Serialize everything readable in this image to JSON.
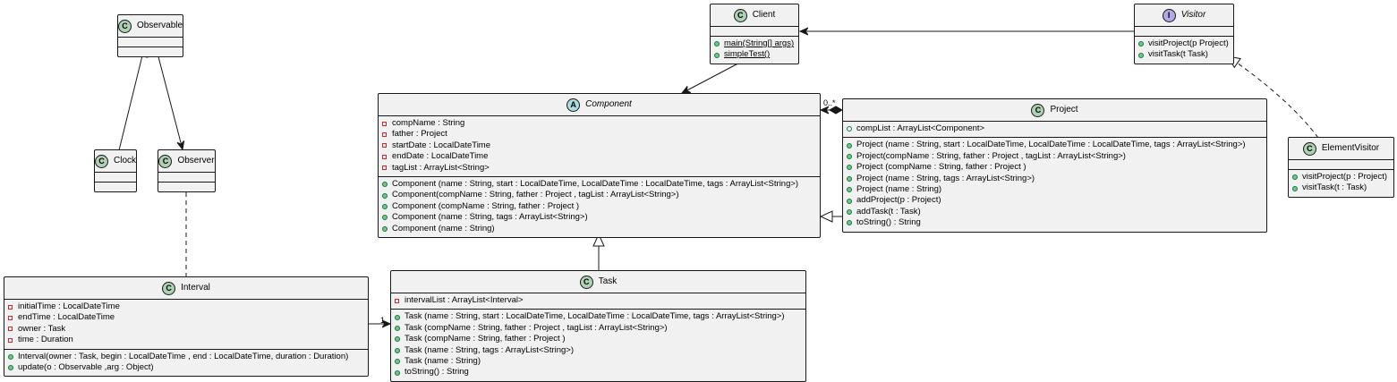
{
  "classes": {
    "observable": {
      "badge": "C",
      "name": "Observable"
    },
    "clock": {
      "badge": "C",
      "name": "Clock"
    },
    "observer": {
      "badge": "C",
      "name": "Observer"
    },
    "interval": {
      "badge": "C",
      "name": "Interval",
      "attributes": [
        "initialTime : LocalDateTime",
        "endTime : LocalDateTime",
        "owner : Task",
        "time : Duration"
      ],
      "operations": [
        "Interval(owner : Task, begin : LocalDateTime , end : LocalDateTime, duration : Duration)",
        "update(o : Observable ,arg : Object)"
      ]
    },
    "client": {
      "badge": "C",
      "name": "Client",
      "operations": [
        "main(String[] args)",
        "simpleTest()"
      ]
    },
    "component": {
      "badge": "A",
      "name": "Component",
      "attributes": [
        "compName : String",
        "father : Project",
        "startDate : LocalDateTime",
        "endDate : LocalDateTime",
        "tagList : ArrayList<String>"
      ],
      "operations": [
        "Component (name : String, start : LocalDateTime, LocalDateTime : LocalDateTime, tags : ArrayList<String>)",
        "Component(compName : String, father : Project , tagList : ArrayList<String>)",
        "Component (compName : String, father : Project )",
        "Component (name : String, tags : ArrayList<String>)",
        "Component (name : String)"
      ]
    },
    "task": {
      "badge": "C",
      "name": "Task",
      "attributes": [
        "intervalList : ArrayList<Interval>"
      ],
      "operations": [
        "Task (name : String, start : LocalDateTime, LocalDateTime : LocalDateTime, tags : ArrayList<String>)",
        "Task (compName : String, father : Project , tagList : ArrayList<String>)",
        "Task (compName : String, father : Project )",
        "Task (name : String, tags : ArrayList<String>)",
        "Task (name : String)",
        "toString() : String"
      ]
    },
    "project": {
      "badge": "C",
      "name": "Project",
      "attributes": [
        "compList : ArrayList<Component>"
      ],
      "operations": [
        "Project (name : String, start : LocalDateTime, LocalDateTime : LocalDateTime, tags : ArrayList<String>)",
        "Project(compName : String, father : Project , tagList : ArrayList<String>)",
        "Project (compName : String, father : Project )",
        "Project (name : String, tags : ArrayList<String>)",
        "Project (name : String)",
        "addProject(p : Project)",
        "addTask(t : Task)",
        "toString() : String"
      ]
    },
    "visitor": {
      "badge": "I",
      "name": "Visitor",
      "operations": [
        "visitProject(p Project)",
        "visitTask(t Task)"
      ]
    },
    "element_visitor": {
      "badge": "C",
      "name": "ElementVisitor",
      "operations": [
        "visitProject(p : Project)",
        "visitTask(t : Task)"
      ]
    }
  },
  "relations": {
    "interval_task_multiplicity": "1",
    "project_component_multiplicity": "0..*"
  },
  "colors": {
    "class_badge": "#add1b2",
    "abstract_badge": "#a9dcdf",
    "interface_badge": "#b4a7e5",
    "box_fill": "#f1f1f1",
    "line": "#181818"
  }
}
